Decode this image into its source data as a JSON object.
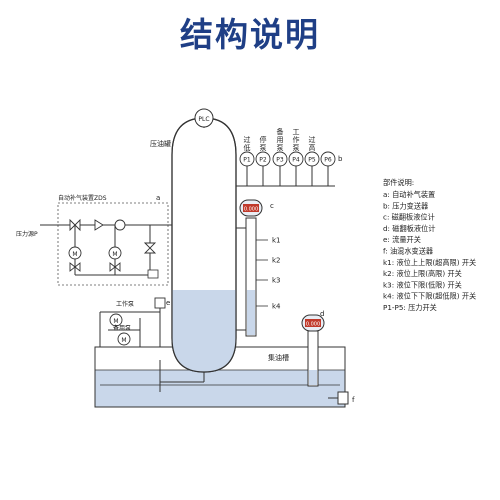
{
  "title": "结构说明",
  "labels": {
    "plc": "PLC",
    "tank": "压油罐",
    "zds": "自动补气装置ZDS",
    "pressure_source": "压力源P",
    "work_pump": "工作泵",
    "standby_pump": "备用泵",
    "sump": "集油槽",
    "motor": "M",
    "level_gauge": "0.000"
  },
  "pressure_switches": [
    {
      "id": "P1",
      "caption": "过低"
    },
    {
      "id": "P2",
      "caption": "停泵"
    },
    {
      "id": "P3",
      "caption": "备用泵"
    },
    {
      "id": "P4",
      "caption": "工作泵"
    },
    {
      "id": "P5",
      "caption": "过高"
    },
    {
      "id": "P6",
      "caption": ""
    }
  ],
  "level_switches": [
    "k1",
    "k2",
    "k3",
    "k4"
  ],
  "callouts": {
    "a": "a",
    "b": "b",
    "c": "c",
    "d": "d",
    "e": "e",
    "f": "f"
  },
  "legend": {
    "heading": "部件说明:",
    "items": [
      "a: 自动补气装置",
      "b: 压力变送器",
      "c: 磁翻板液位计",
      "d: 磁翻板液位计",
      "e: 流量开关",
      "f: 油混水变送器",
      "k1: 液位上上限(超高限) 开关",
      "k2: 液位上限(高限) 开关",
      "k3: 液位下限(低限) 开关",
      "k4: 液位下下限(超低限) 开关",
      "P1-P5: 压力开关"
    ]
  },
  "colors": {
    "title": "#1f3f86",
    "oil": "#c9d7ea",
    "line": "#333333",
    "dashed": "#555555"
  }
}
